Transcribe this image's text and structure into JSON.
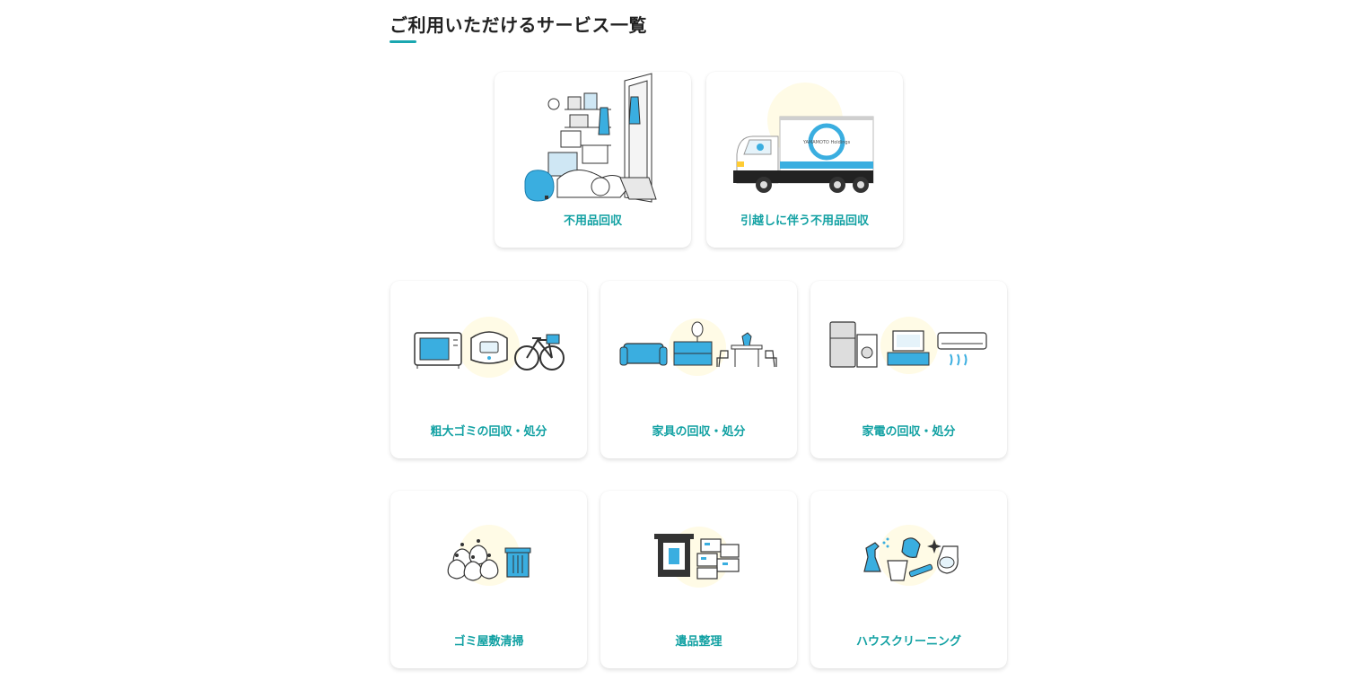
{
  "section": {
    "title": "ご利用いただけるサービス一覧"
  },
  "colors": {
    "accent": "#1aa7b0",
    "label": "#12a1a3",
    "illustration_blue": "#3aaee0",
    "illustration_circle": "#fffbe6"
  },
  "services": [
    {
      "label": "不用品回収",
      "icon": "cluttered-room-icon"
    },
    {
      "label": "引越しに伴う不用品回収",
      "icon": "moving-truck-icon",
      "truck_text": "YAMAMOTO Holdings"
    },
    {
      "label": "粗大ゴミの回収・処分",
      "icon": "bulky-waste-icon"
    },
    {
      "label": "家具の回収・処分",
      "icon": "furniture-icon"
    },
    {
      "label": "家電の回収・処分",
      "icon": "appliance-icon"
    },
    {
      "label": "ゴミ屋敷清掃",
      "icon": "garbage-house-icon"
    },
    {
      "label": "遺品整理",
      "icon": "estate-clearance-icon"
    },
    {
      "label": "ハウスクリーニング",
      "icon": "house-cleaning-icon"
    }
  ]
}
